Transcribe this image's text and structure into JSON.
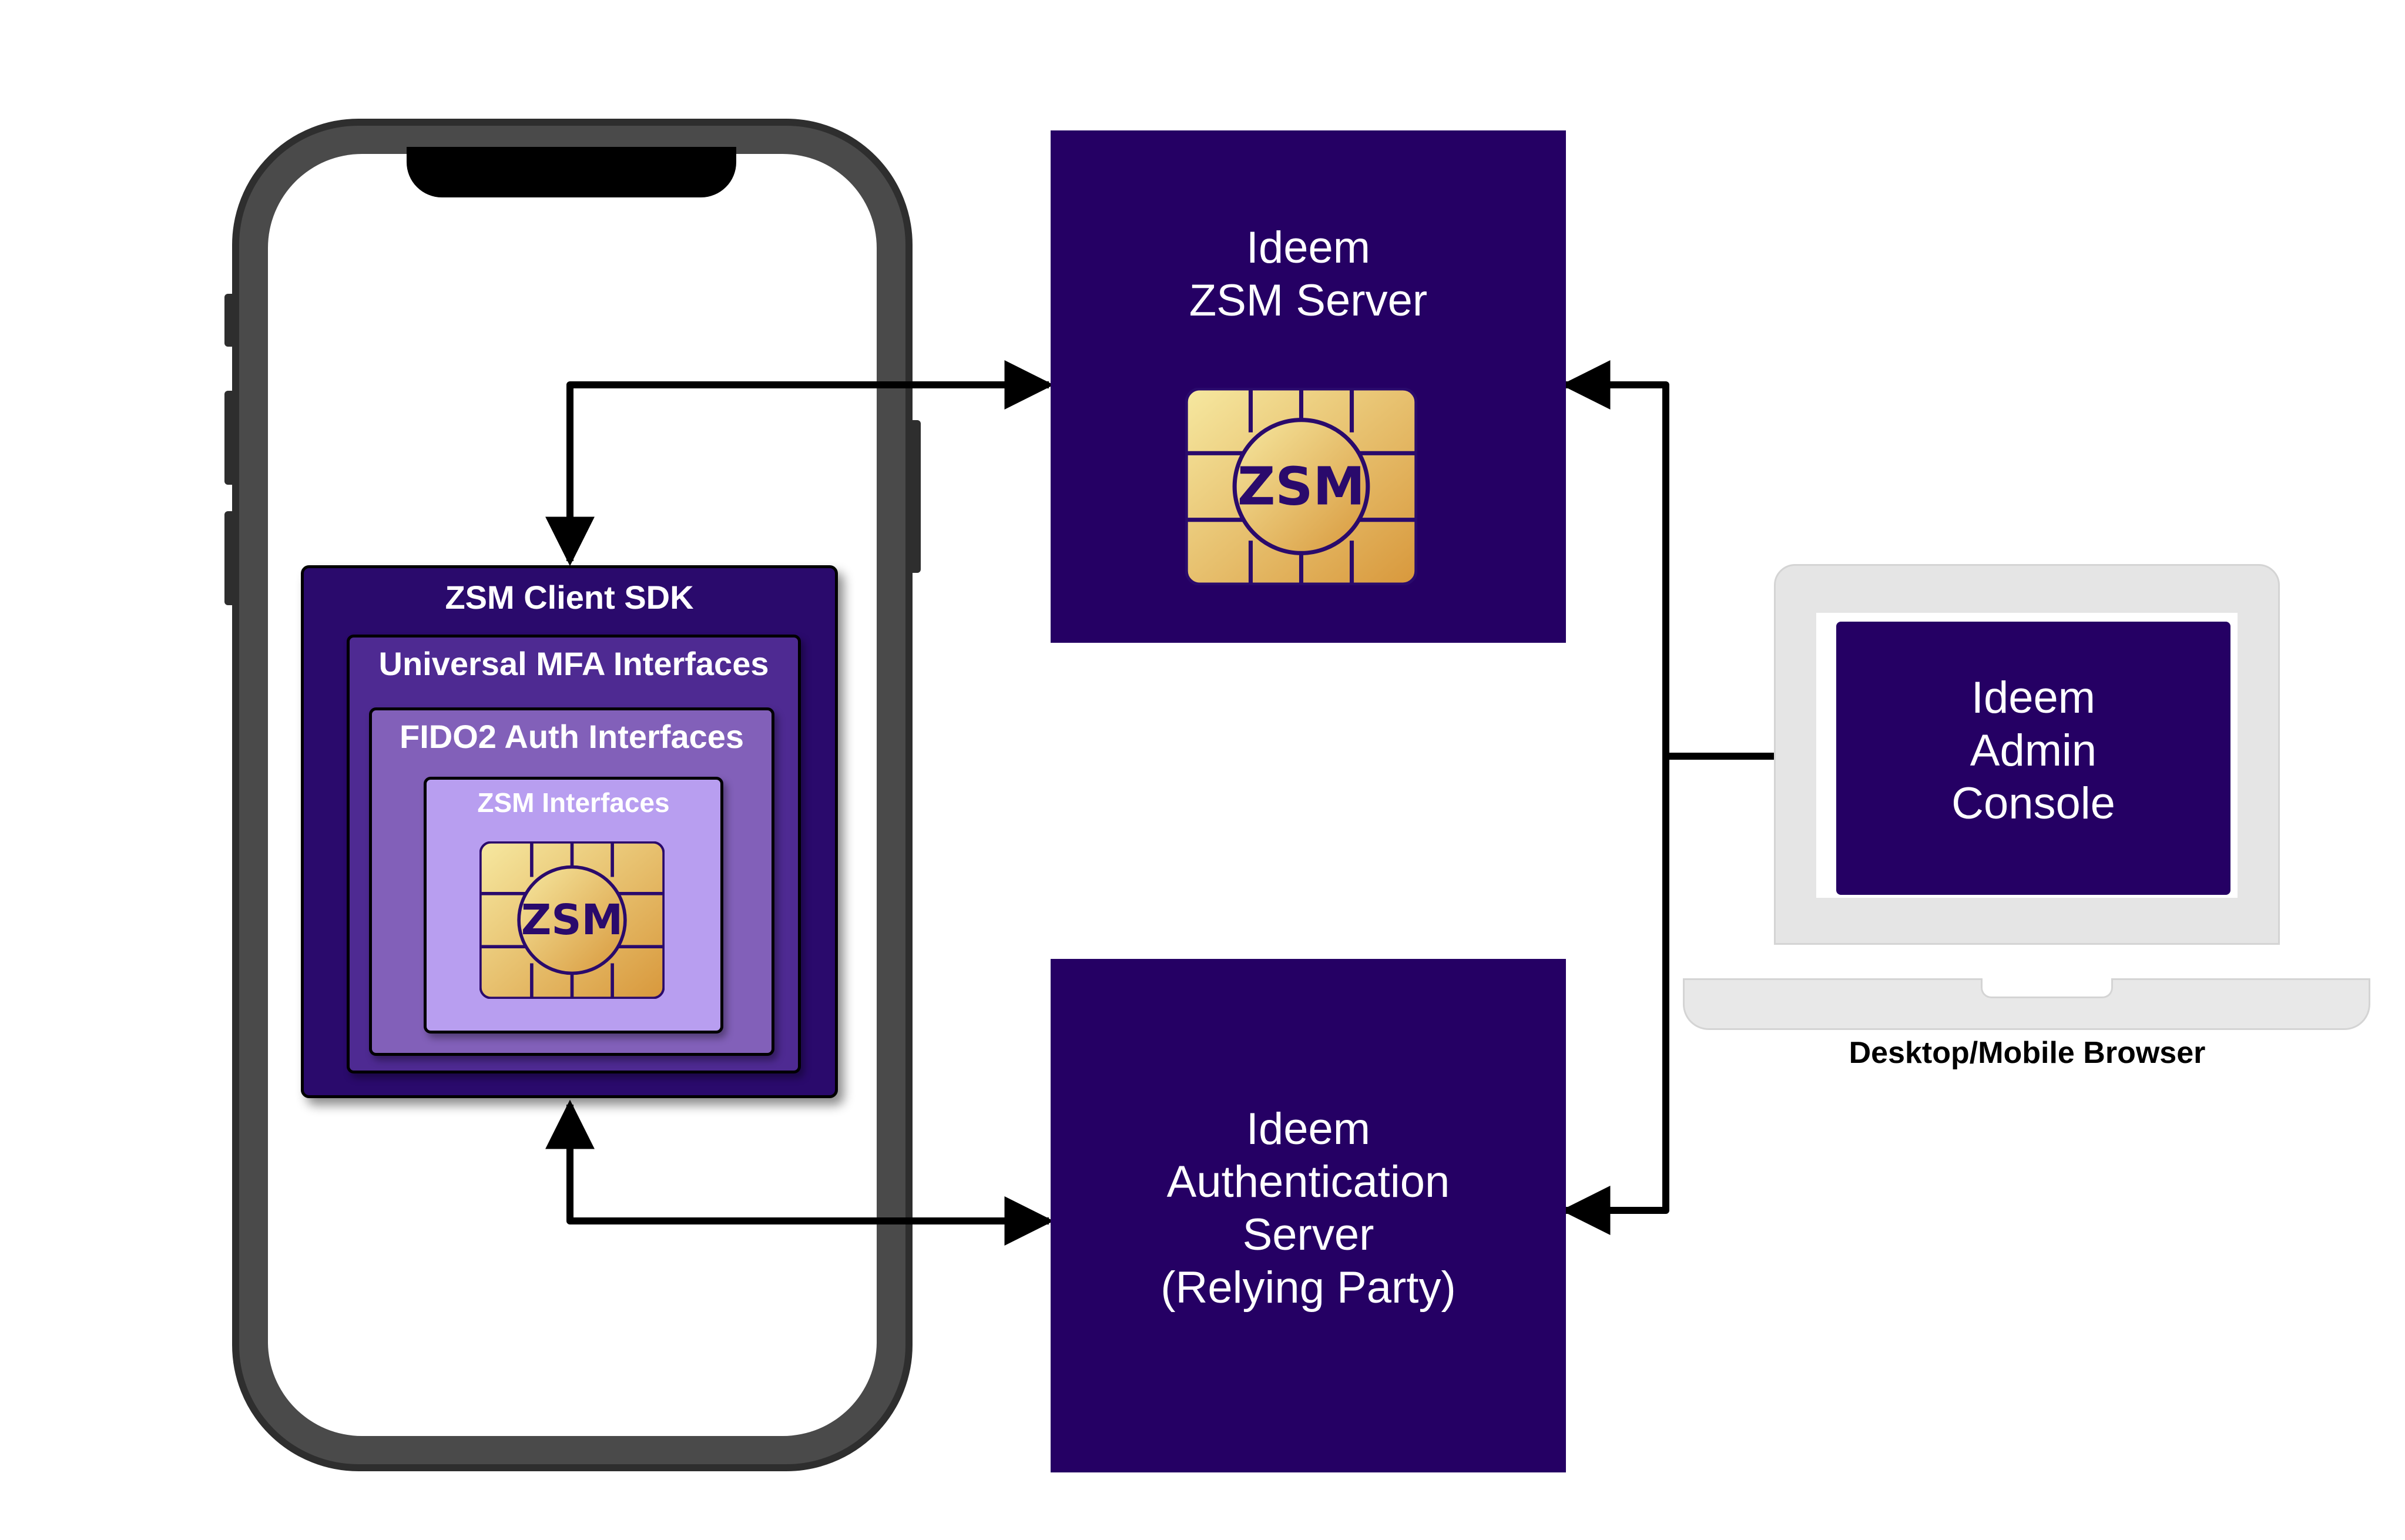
{
  "sdk": {
    "client_sdk_label": "ZSM Client SDK",
    "mfa_label": "Universal MFA Interfaces",
    "fido_label": "FIDO2 Auth Interfaces",
    "zsm_interfaces_label": "ZSM Interfaces"
  },
  "zsm_server": {
    "title": "Ideem\nZSM Server"
  },
  "auth_server": {
    "title": "Ideem\nAuthentication\nServer\n(Relying Party)"
  },
  "admin_console": {
    "title": "Ideem\nAdmin\nConsole"
  },
  "browser": {
    "label": "Desktop/Mobile Browser"
  },
  "chip": {
    "text": "ZSM"
  },
  "colors": {
    "server_purple": "#250064",
    "chip_gold_light": "#f6e8a0",
    "chip_gold_dark": "#d8983c",
    "chip_outline": "#2a0a6c"
  }
}
